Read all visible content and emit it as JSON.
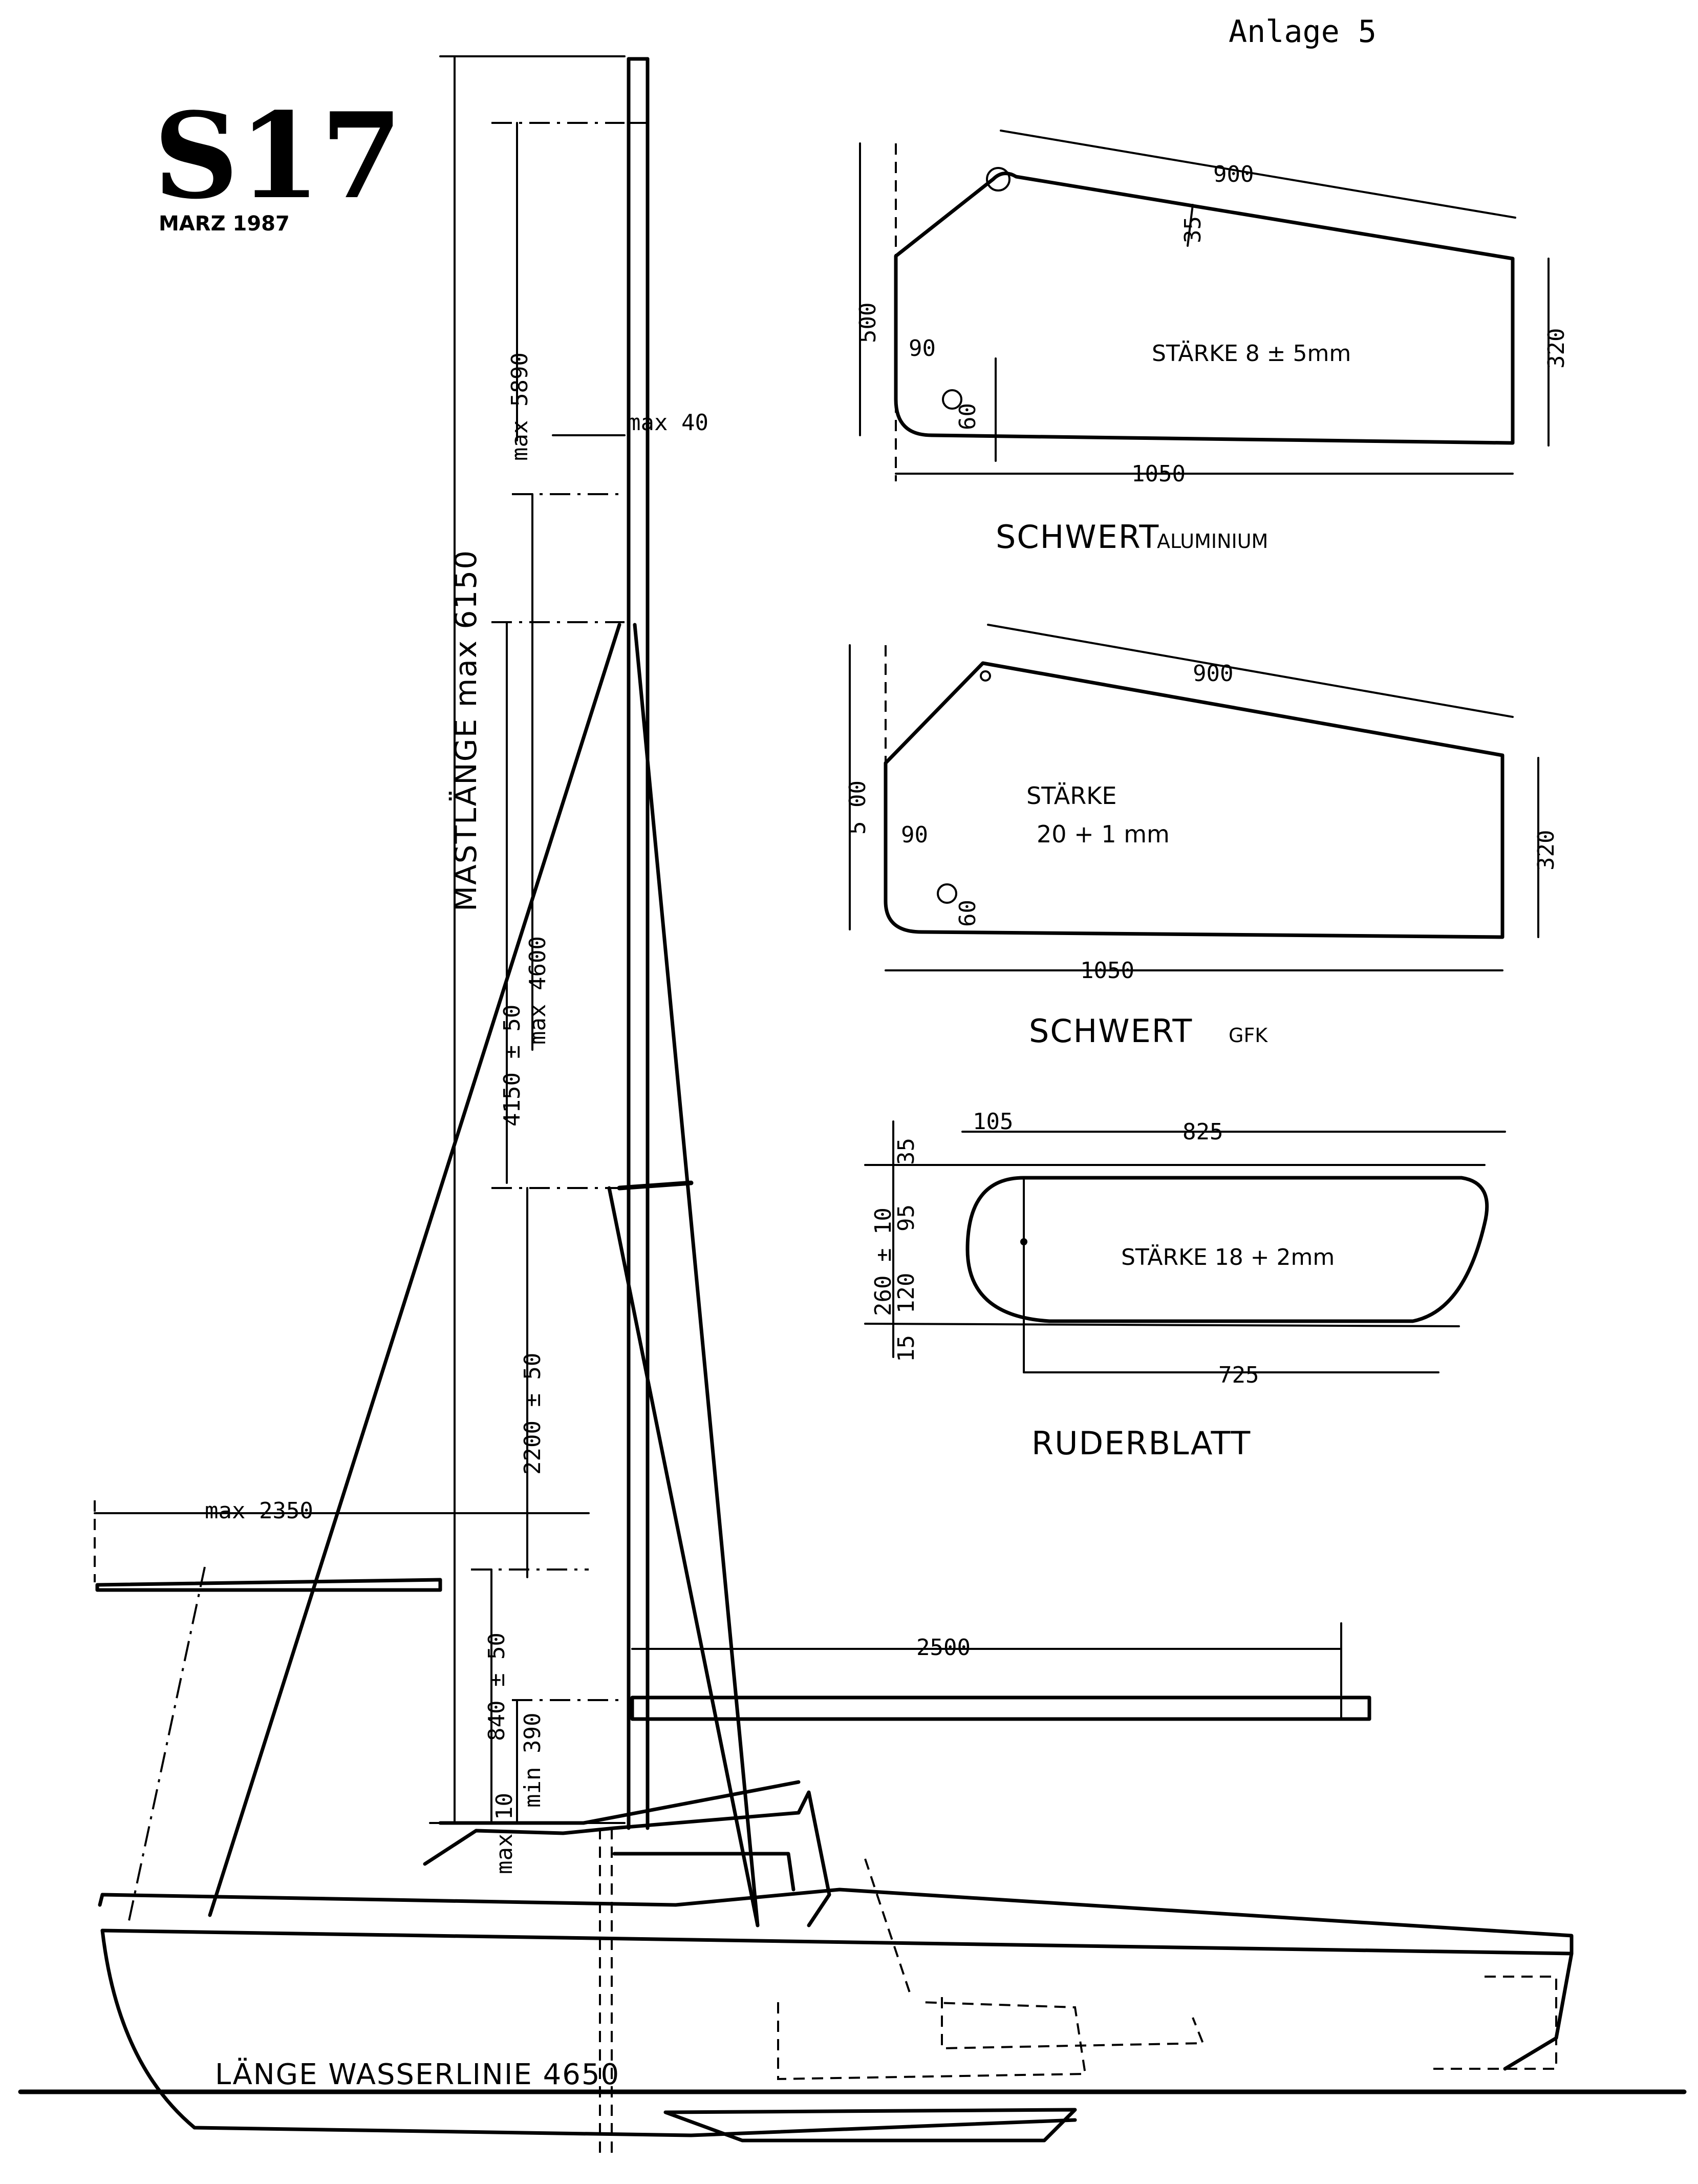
{
  "header": {
    "annex": "Anlage  5"
  },
  "logo": {
    "class_number": "S17",
    "date": "MARZ 1987"
  },
  "rig": {
    "mast_length": "MASTLÄNGE max 6150",
    "max_5890": "max 5890",
    "max_40": "max 40",
    "max_4600": "max 4600",
    "d_4150": "4150 ± 50",
    "d_2200": "2200 ± 50",
    "d_840": "840 ± 50",
    "min_390": "min 390",
    "max_10": "max 10",
    "boom_max": "max 2350",
    "spi_boom": "2500",
    "waterline": "LÄNGE WASSERLINIE 4650"
  },
  "schwert_alu": {
    "title": "SCHWERT",
    "material": "ALUMINIUM",
    "length": "1050",
    "top": "900",
    "height_front": "500",
    "height_aft": "320",
    "hole_x": "90",
    "hole_y": "60",
    "edge": "35",
    "thickness": "STÄRKE 8 ± 5mm"
  },
  "schwert_gfk": {
    "title": "SCHWERT",
    "material": "GFK",
    "length": "1050",
    "top": "900",
    "height_front": "5 00",
    "height_aft": "320",
    "hole_x": "90",
    "hole_y": "60",
    "thickness_1": "STÄRKE",
    "thickness_2": "20 + 1 mm"
  },
  "ruderblatt": {
    "title": "RUDERBLATT",
    "top_front": "105",
    "top_len": "825",
    "bottom_len": "725",
    "v35": "35",
    "v95": "95",
    "v120": "120",
    "v15": "15",
    "v260": "260 ± 10",
    "thickness": "STÄRKE 18 + 2mm"
  }
}
